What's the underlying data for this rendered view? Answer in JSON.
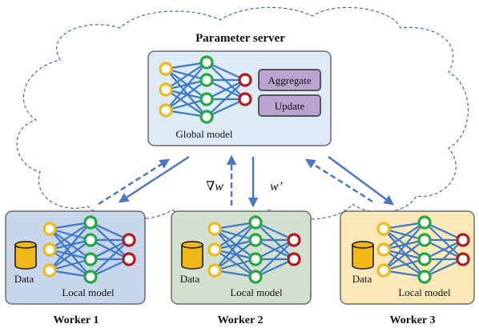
{
  "server": {
    "title": "Parameter server",
    "model_label": "Global model",
    "aggregate_label": "Aggregate",
    "update_label": "Update"
  },
  "arrows": {
    "gradient_label": "∇w",
    "weights_label": "w’"
  },
  "workers": [
    {
      "name": "Worker 1",
      "data_label": "Data",
      "model_label": "Local model"
    },
    {
      "name": "Worker 2",
      "data_label": "Data",
      "model_label": "Local model"
    },
    {
      "name": "Worker 3",
      "data_label": "Data",
      "model_label": "Local model"
    }
  ],
  "colors": {
    "cloud_stroke": "#3a6ab4",
    "server_fill": "#dcebf5",
    "worker1_fill": "#c7d6ea",
    "worker2_fill": "#d3e0d0",
    "worker3_fill": "#fbe8b8",
    "box_stroke": "#6b6b6b",
    "op_fill": "#b9a3cf",
    "op_stroke": "#555555",
    "input_node": "#f2b818",
    "hidden_node": "#22a83c",
    "output_node": "#b51a1a",
    "edge": "#3c78c8",
    "arrow": "#4a78c4",
    "cylinder": "#f2b818"
  }
}
